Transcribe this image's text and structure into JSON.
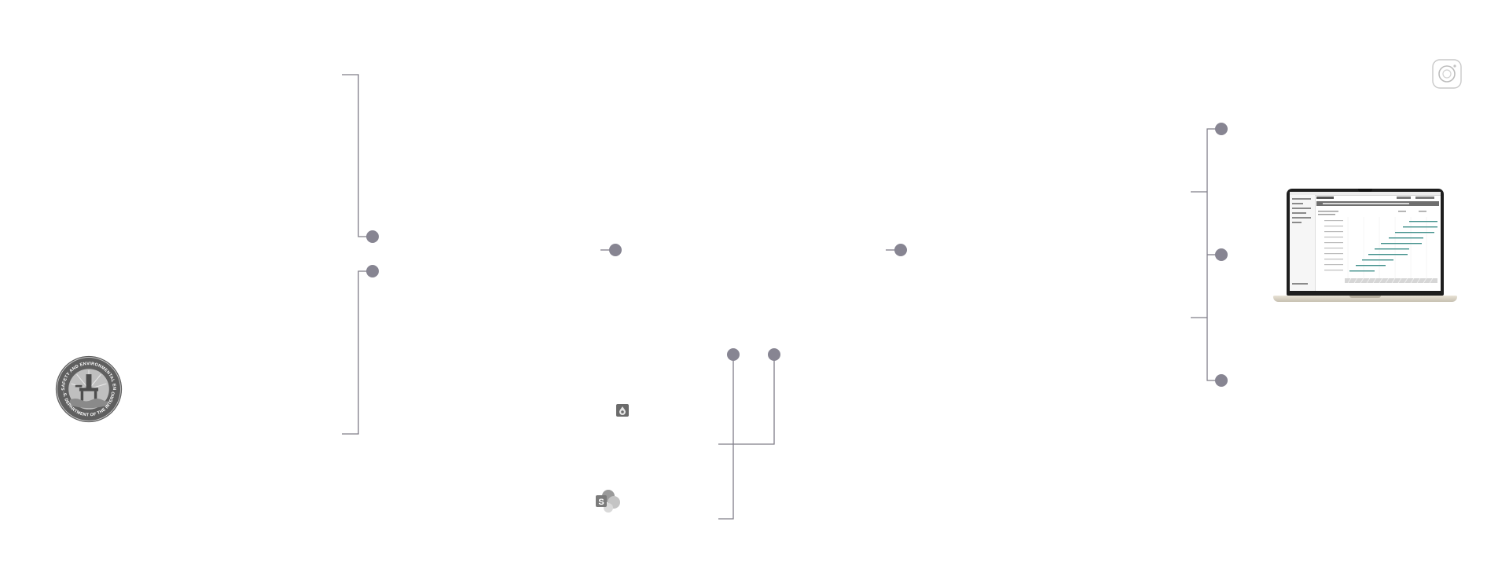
{
  "diagram": {
    "nodes": [
      {
        "id": "node-1"
      },
      {
        "id": "node-2"
      },
      {
        "id": "node-3"
      },
      {
        "id": "node-4"
      },
      {
        "id": "node-5"
      },
      {
        "id": "node-6"
      },
      {
        "id": "node-7"
      },
      {
        "id": "node-8"
      },
      {
        "id": "node-9"
      }
    ],
    "colors": {
      "node": "#878592",
      "line": "#7f7d88",
      "seal": "#6e6e6e",
      "teal": "#3f8f8a"
    }
  },
  "logos": {
    "seal": {
      "name": "seal-icon",
      "ring_text_top": "BUREAU OF SAFETY AND ENVIRONMENTAL ENFORCEMENT",
      "ring_text_bottom": "U.S. DEPARTMENT OF THE INTERIOR"
    },
    "camera": {
      "name": "camera-icon"
    },
    "droplet": {
      "name": "droplet-icon"
    },
    "sharepoint": {
      "name": "sharepoint-icon",
      "letter": "S"
    }
  },
  "laptop": {
    "name": "laptop-icon"
  }
}
